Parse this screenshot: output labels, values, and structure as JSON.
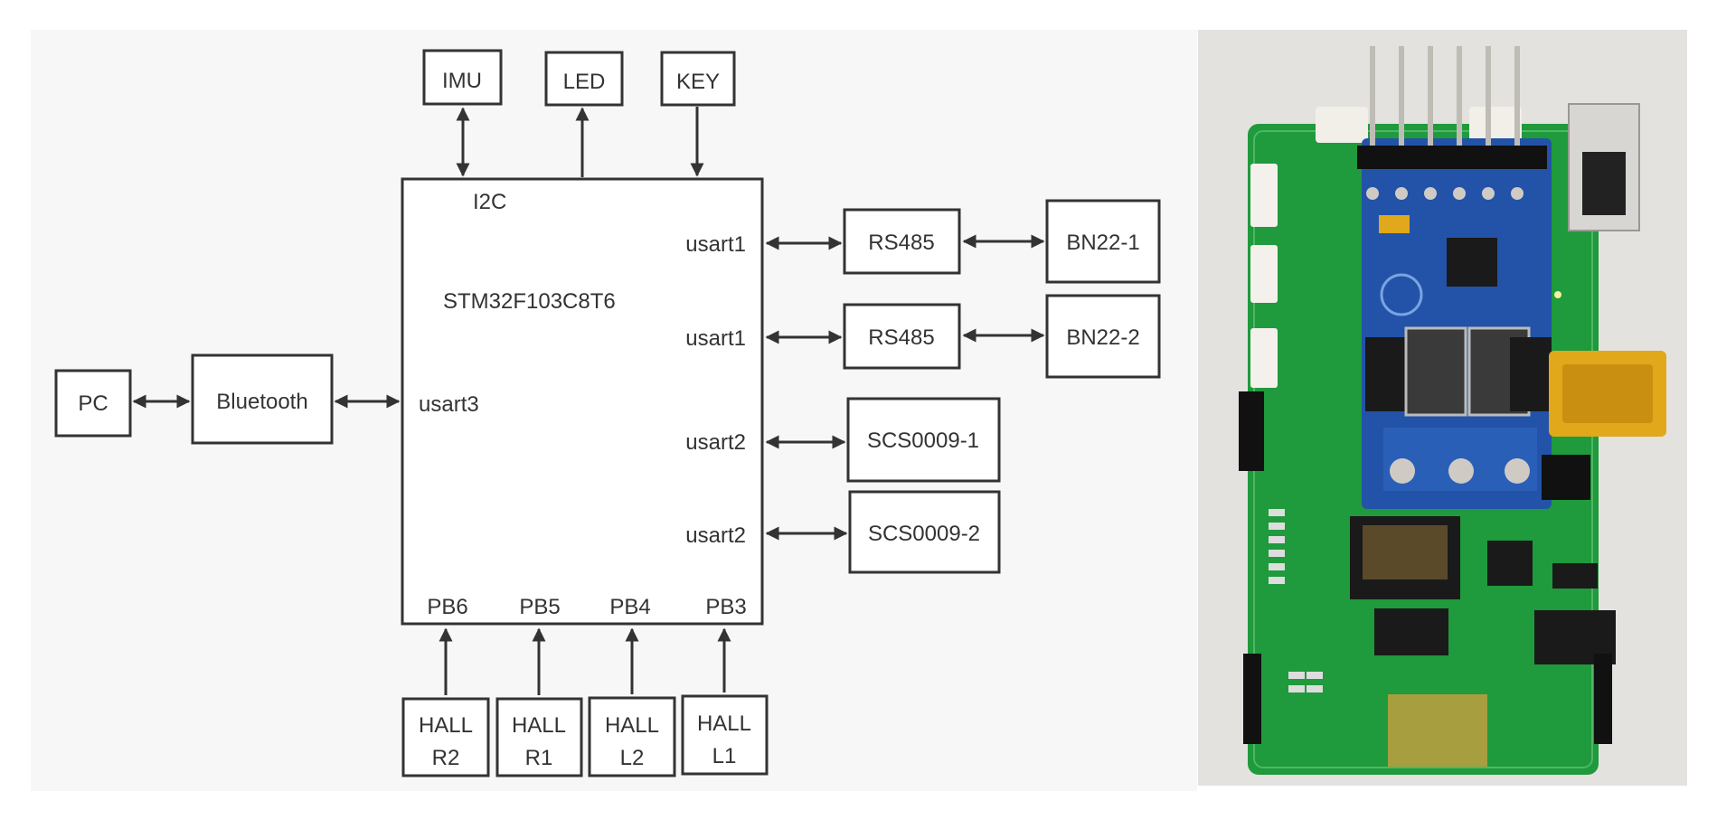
{
  "diagram": {
    "mcu": {
      "name": "STM32F103C8T6",
      "i2c": "I2C",
      "ports_right": [
        "usart1",
        "usart1",
        "usart2",
        "usart2"
      ],
      "port_left": "usart3",
      "ports_bottom": [
        "PB6",
        "PB5",
        "PB4",
        "PB3"
      ]
    },
    "top_blocks": [
      "IMU",
      "LED",
      "KEY"
    ],
    "left_blocks": [
      "PC",
      "Bluetooth"
    ],
    "rs485_blocks": [
      "RS485",
      "RS485"
    ],
    "motor_blocks": [
      "BN22-1",
      "BN22-2"
    ],
    "servo_blocks": [
      "SCS0009-1",
      "SCS0009-2"
    ],
    "hall_blocks": [
      {
        "line1": "HALL",
        "line2": "R2"
      },
      {
        "line1": "HALL",
        "line2": "R1"
      },
      {
        "line1": "HALL",
        "line2": "L2"
      },
      {
        "line1": "HALL",
        "line2": "L1"
      }
    ]
  },
  "photo": {
    "description_icon": "pcb-board-photo",
    "colors": {
      "pcb_green": "#1f9a3c",
      "module_blue": "#2253a8",
      "connector_yellow": "#e0a81a",
      "background": "#e4e2df"
    }
  }
}
